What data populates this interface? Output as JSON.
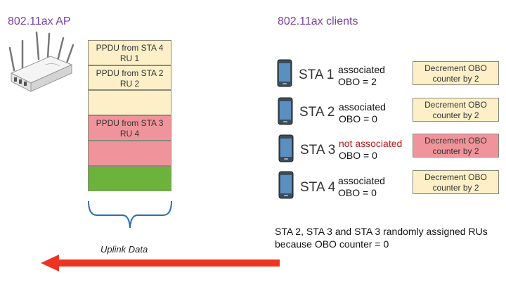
{
  "colors": {
    "heading": "#7a3fa0",
    "ru_yellow": "#fdf0c8",
    "ru_pink": "#f0949b",
    "ru_green": "#6bb33b",
    "alert_red": "#b5161b",
    "arrow_red": "#ee3322"
  },
  "ap": {
    "heading": "802.11ax AP",
    "icon": "wifi-router-icon"
  },
  "clients": {
    "heading": "802.11ax clients",
    "icon": "smartphone-icon"
  },
  "ru_stack": [
    {
      "color": "yellow",
      "line1": "PPDU from STA 4",
      "line2": "RU 1"
    },
    {
      "color": "yellow",
      "line1": "PPDU from STA 2",
      "line2": "RU 2"
    },
    {
      "color": "yellow",
      "line1": "",
      "line2": ""
    },
    {
      "color": "pink",
      "line1": "PPDU from STA 3",
      "line2": "RU 4"
    },
    {
      "color": "pink",
      "line1": "",
      "line2": ""
    },
    {
      "color": "green",
      "line1": "",
      "line2": ""
    }
  ],
  "stations": [
    {
      "name": "STA 1",
      "state": "associated",
      "obo": "OBO = 2",
      "action_line1": "Decrement OBO",
      "action_line2": "counter by 2",
      "highlight": false
    },
    {
      "name": "STA 2",
      "state": "associated",
      "obo": "OBO = 0",
      "action_line1": "Decrement OBO",
      "action_line2": "counter by 2",
      "highlight": false
    },
    {
      "name": "STA 3",
      "state": "not associated",
      "obo": "OBO = 0",
      "action_line1": "Decrement OBO",
      "action_line2": "counter by 2",
      "highlight": true
    },
    {
      "name": "STA 4",
      "state": "associated",
      "obo": "OBO = 0",
      "action_line1": "Decrement OBO",
      "action_line2": "counter by 2",
      "highlight": false
    }
  ],
  "uplink_label": "Uplink Data",
  "note_line1": "STA 2, STA 3 and STA 3 randomly assigned RUs",
  "note_line2": "because OBO counter = 0"
}
